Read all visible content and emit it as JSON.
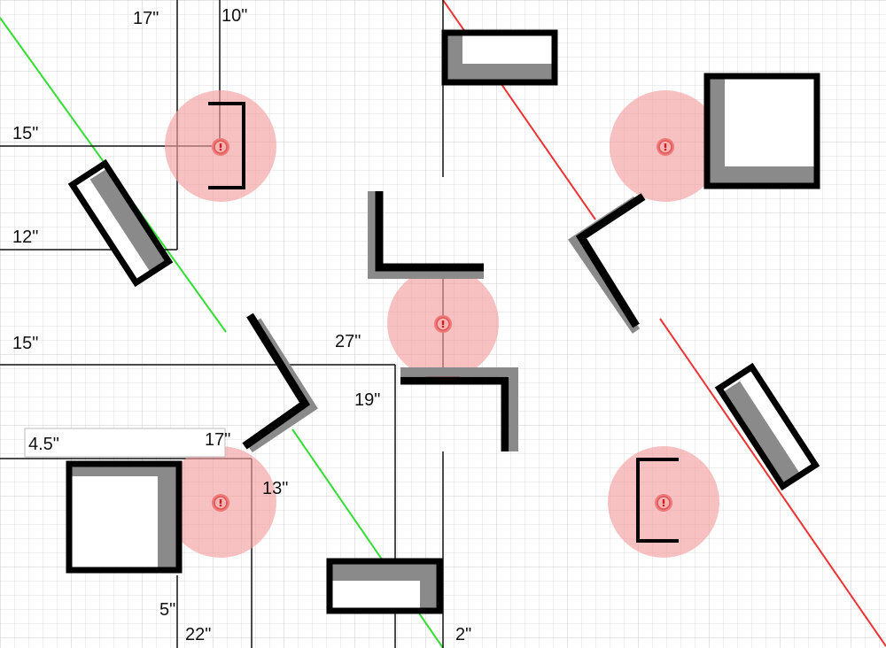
{
  "canvas": {
    "background": "#ffffff",
    "grid_color": "#d4d4d4",
    "wall_color": "#000000",
    "shadow_color": "#8a8a8a",
    "hazard_fill": "#f4a0a0",
    "green_guide": "#33dd33",
    "red_guide": "#ee3333"
  },
  "dimensions": {
    "d1": "17\"",
    "d2": "10\"",
    "d3": "15\"",
    "d4": "12\"",
    "d5": "15\"",
    "d6": "27\"",
    "d7": "19\"",
    "d8": "4.5\"",
    "d9": "17\"",
    "d10": "13\"",
    "d11": "5\"",
    "d12": "22\"",
    "d13": "2\""
  },
  "markers": [
    {
      "name": "hazard-marker-1",
      "icon": "alert-icon"
    },
    {
      "name": "hazard-marker-2",
      "icon": "alert-icon"
    },
    {
      "name": "hazard-marker-3",
      "icon": "alert-icon"
    },
    {
      "name": "hazard-marker-4",
      "icon": "alert-icon"
    },
    {
      "name": "hazard-marker-5",
      "icon": "alert-icon"
    }
  ]
}
